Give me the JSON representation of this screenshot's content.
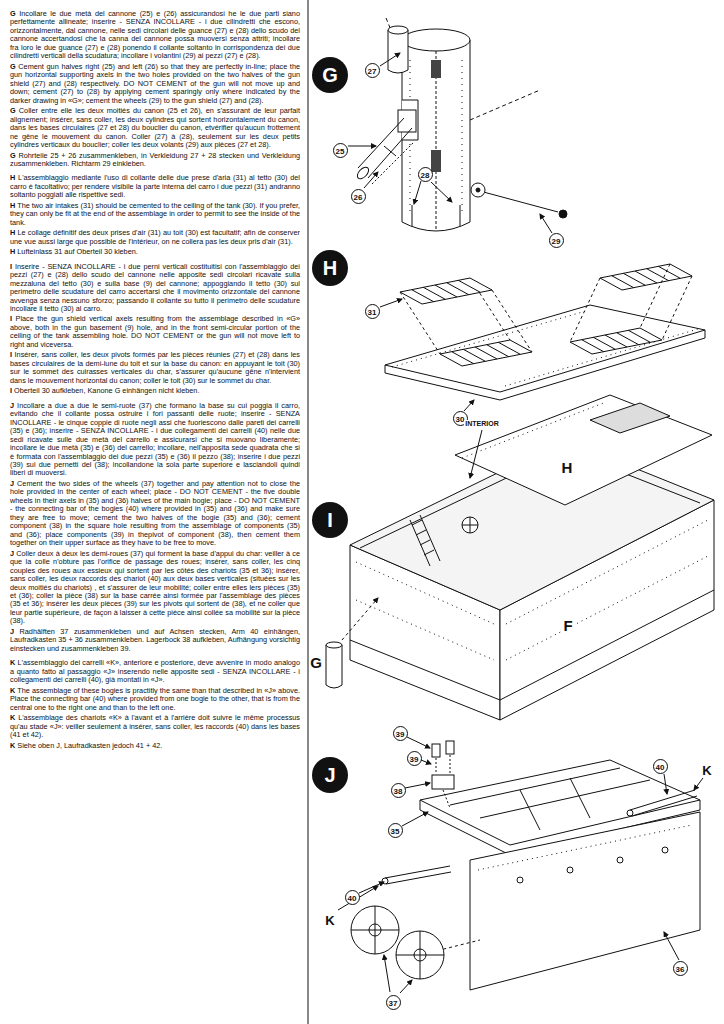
{
  "diagram": {
    "nodes": [
      {
        "text": [
          "G"
        ]
      },
      {
        "text": [
          "27"
        ]
      },
      {
        "text": [
          "25"
        ]
      },
      {
        "text": [
          "26"
        ]
      },
      {
        "text": [
          "28"
        ]
      },
      {
        "text": [
          "29"
        ]
      },
      {
        "text": [
          "H"
        ]
      },
      {
        "text": [
          "31"
        ]
      },
      {
        "text": [
          "30"
        ]
      },
      {
        "text": [
          "I"
        ]
      },
      {
        "text": [
          "J"
        ]
      },
      {
        "text": [
          "39"
        ]
      },
      {
        "text": [
          "39"
        ]
      },
      {
        "text": [
          "38"
        ]
      },
      {
        "text": [
          "35"
        ]
      },
      {
        "text": [
          "40"
        ]
      },
      {
        "text": [
          "40"
        ]
      },
      {
        "text": [
          "37"
        ]
      },
      {
        "text": [
          "36"
        ]
      }
    ],
    "labels": [
      "G Incollare le due metà del cannone (25) e (26) assicurandosi he le due parti siano perfettamente allineate; inserire - SENZA INCOLLARE - i due cilindretti che escono, orizzontalmente, dal cannone, nelle sedi circolari delle guance (27) e (28) dello scudo del cannone accertandosi che la canna del cannone possa muoversi senza attriti; incollare fra loro le due guance (27) e (28) ponendo il collante soltanto in corrispondenza dei due cilindretti verticali della scudatura; incollare i volantini (29) ai pezzi (27) e (28).",
      "G Cement gun halves right (25) and left (26) so that they are perfectly in-line; place the gun horizontal supporting axels in the two holes provided on the two halves of the gun shield (27) and (28) respectively. DO NOT CEMENT of the gun will not move up and down; cement (27) to (28) by applying cement sparingly only where indicated by the darker drawing in «G»; cement the wheels (29) to the gun shield (27) and (28).",
      "G Coller entre elle les deux moitiés du canon (25 et 26), en s'assurant de leur parfait alignement; insérer, sans coller, les deux cylindres qui sortent horizontalement du canon, dans les bases circulaires (27 et 28) du bouclier du canon, etvérifier qu'aucun frottement ne gêne le mouvement du canon. Coller (27) à (28), seulement sur les deux petits cylindres verticaux du bouclier; coller les deux volants (29) aux pièces (27 et 28).",
      "G Rohrteile 25 + 26 zusammenkleben, in Verkleidung 27 + 28 stecken und Verkleidung zusammenkleben. Richtarm 29 einkleben.",
      "H L'assemblaggio mediante l'uso di collante delle due prese d'aria (31) al tetto (30) del carro è facoltativo; per rendere visibile la parte interna del carro i due pezzi (31) andranno soltanto poggiati alle rispettive sedi.",
      "H The two air intakes (31) should be cemented to the ceiling of the tank (30). If you prefer, they can only be fit at the end of the assemblage in order to permit to see the inside of the tank.",
      "H Le collage définitif des deux prises d'air (31) au toit (30) est facultatif; afin de conserver une vue aussi large que possible de l'intérieur, on ne collera pas les deux pris d'air (31).",
      "H Lufteinlass 31 auf Oberteil 30 kleben.",
      "I Inserire - SENZA INCOLLARE - i due perni verticali costituitisi con l'assemblaggio dei pezzi (27) e (28) dello scudo del cannone nelle apposite sedi circolari ricavate sulla mezzaluna del tetto (30) e sulla base (9) del cannone; appoggiando il tetto (30) sul perimetro delle scudature del carro accertarsi che il movimento orizzontale del cannone avvenga senza nessuno sforzo; passando il collante su tutto il perimetro delle scudature incollare il tetto (30) al carro.",
      "I Place the gun shield vertical axels resulting from the assemblage described in «G» above, both in the gun basement (9) hole, and in the front semi-circular portion of the ceiling of the tank assembling hole. DO NOT CEMENT or the gun will not move left to right and viceversa.",
      "I Insérer, sans coller, les deux pivots formés par les pièces réunies (27) et (28) dans les bases circulaires de la demi-lune du toit et sur la base du canon: en appuyant le toit (30) sur le sommet des cuirasses verticales du char, s'assurer qu'aucune gêne n'intervient dans le mouvement horizontal du canon; coller le toit (30) sur le sommet du char.",
      "I Oberteil 30 aufkleben, Kanone G einhängen nicht kleben.",
      "J Incollare a due a due le semi-ruote (37) che formano la base su cui poggia il carro, evitando che il collante possa ostruire i fori passanti delle ruote; inserire - SENZA INCOLLARE - le cinque coppie di ruote negli assi che fuoriescono dalle pareti dei carrelli (35) e (36); inserire - SENZA INCOLLARE - i due collegamenti dei carrelli (40) nelle due sedi ricavate sulle due metà del carrello e assicurarsi che si muovano liberamente; incollare le due metà (35) e (36) del carrello; incollare, nell'apposita sede quadrata che si è formata con l'assemblaggio dei due pezzi (35) e (36) il pezzo (38); inserire i due pezzi (39) sui due pernetti del (38); incollandone la sola parte superiore e lasciandoli quindi liberi di muoversi.",
      "J Cement the two sides of the wheels (37) together and pay attention not to close the hole provided in the center of each wheel; place - DO NOT CEMENT - the five double wheels in their axels in (35) and (36) halves of the main bogie; place - DO NOT CEMENT - the connecting bar of the bogies (40) where provided in (35) and (36) and make sure they are free to move; cement the two halves of the bogie (35) and (36); cement component (38) in the square hole resulting from the assemblage of components (35) and (36); place components (39) in thepivot of component (38), then cement them together on their upper surface as they have to be free to move.",
      "J Coller deux à deux les demi-roues (37) qui forment la base d'appui du char: veiller à ce que la colle n'obture pas l'orifice de passage des roues; insérer, sans coller, les cinq couples des roues aux essieux qui sortent par les côtés des chariots (35 et 36); insérer, sans coller, les deux raccords des chariot (40) aux deux bases verticales (situées sur les deux moitiés du chariots) , et s'assurer de leur mobilité; coller entre elles lers pièces (35) et (36); coller la pièce (38) sur la base carrée ainsi formée par l'assemblage des pièces (35 et 36); insérer les deux pièces (39) sur les pivots qui sortent de (38), et ne coller que leur partie supérieure, de façon à laisser à cette pièce ainsi collée sa mobilité sur la pièce (38).",
      "J Radhälften 37 zusammenkleben und auf Achsen stecken, Arm 40 einhängen, Laufradkasten 35 + 36 zusammenkleben. Lagerbock 38 aufkleben, Aufhängung vorsichtig einstecken und zusammenkleben 39.",
      "K L'assemblaggio dei carrelli «K», anteriore e posteriore, deve avvenire in modo analogo a quanto fatto al passaggio «J» inserendo nelle apposite sedi - SENZA INCOLLARE - i collegamenti dei carrelli (40), già montati in «J».",
      "K The assemblage of these bogies is practitly the same than that described in «J» above. Place the connecting bar (40) where provided from one bogie to the other, that is from the central one to the right one and than to the left one.",
      "K L'assemblage des chariots «K» à l'avant et à l'arrière doit suivre le même processus qu'au stade «J»: veiller seulement à insérer, sans coller, les raccords (40) dans les bases (41 et 42).",
      "K Siehe oben J, Laufradkasten jedoch 41 + 42.",
      "INTERIOR",
      "H",
      "F",
      "G",
      "K",
      "K"
    ]
  }
}
